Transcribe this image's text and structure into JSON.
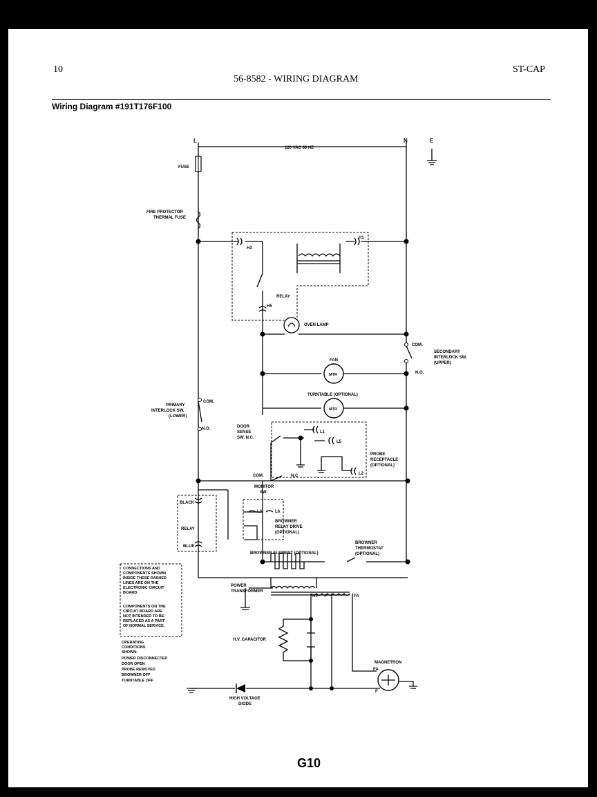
{
  "header": {
    "page_number": "10",
    "title": "56-8582 - WIRING DIAGRAM",
    "model_code": "ST-CAP",
    "diagram_id": "Wiring Diagram #191T176F100"
  },
  "footer": {
    "page_code": "G10"
  },
  "terminals": {
    "line": "L",
    "neutral": "N",
    "earth": "E",
    "supply": "120 VAC 60 HZ"
  },
  "labels": {
    "fuse": "FUSE",
    "fire_protector": [
      "FIRE PROTECTOR",
      "THERMAL FUSE"
    ],
    "h3": "H3",
    "h1": "H1",
    "h5": "H5",
    "relay": "RELAY",
    "oven_lamp": "OVEN LAMP",
    "com": "COM.",
    "no": "N.O.",
    "nc": "N.C",
    "secondary_interlock": [
      "SECONDARY",
      "INTERLOCK SW.",
      "(UPPER)"
    ],
    "fan": "FAN",
    "mtr": "MTR",
    "turntable": "TURNTABLE (OPTIONAL)",
    "primary_interlock": [
      "PRIMARY",
      "INTERLOCK SW.",
      "(LOWER)"
    ],
    "door_sense": [
      "DOOR",
      "SENSE",
      "SW. N.C."
    ],
    "l1": "L1",
    "l5": "L5",
    "l2": "L2",
    "l3": "L3",
    "l6": "L6",
    "probe_receptacle": [
      "PROBE",
      "RECEPTACLE",
      "(OPTIONAL)"
    ],
    "monitor": [
      "MONITOR",
      "SW."
    ],
    "black": "BLACK",
    "blue": "BLUE",
    "browner_relay": [
      "BROWNER",
      "RELAY DRIVE",
      "(OPTIONAL)"
    ],
    "browner_element": "BROWNER ELEMENT (OPTIONAL)",
    "browner_thermostat": [
      "BROWNER",
      "THERMOSTAT",
      "(OPTIONAL)"
    ],
    "power_transformer": [
      "POWER",
      "TRANSFORMER"
    ],
    "hv": "HV",
    "f": "F",
    "fa": "FA",
    "hv_capacitor": "H.V. CAPACITOR",
    "magnetron": "MAGNETRON",
    "high_voltage_diode": [
      "HIGH VOLTAGE",
      "DIODE"
    ]
  },
  "notes": {
    "board_note": [
      "CONNECTIONS AND",
      "COMPONENTS SHOWN",
      "INSIDE THESE DASHED",
      "LINES ARE ON THE",
      "ELECTRONIC CIRCUIT",
      "BOARD."
    ],
    "service_note": [
      "COMPONENTS ON THE",
      "CIRCUIT BOARD ARE",
      "NOT INTENDED TO BE",
      "REPLACED AS A PART",
      "OF NORMAL SERVICE."
    ],
    "operating_conditions": [
      "OPERATING",
      "CONDITIONS",
      "SHOWN:",
      "POWER DISCONNECTED",
      "DOOR OPEN",
      "PROBE REMOVED",
      "BROWNER OFF",
      "TURNTABLE OFF"
    ]
  }
}
